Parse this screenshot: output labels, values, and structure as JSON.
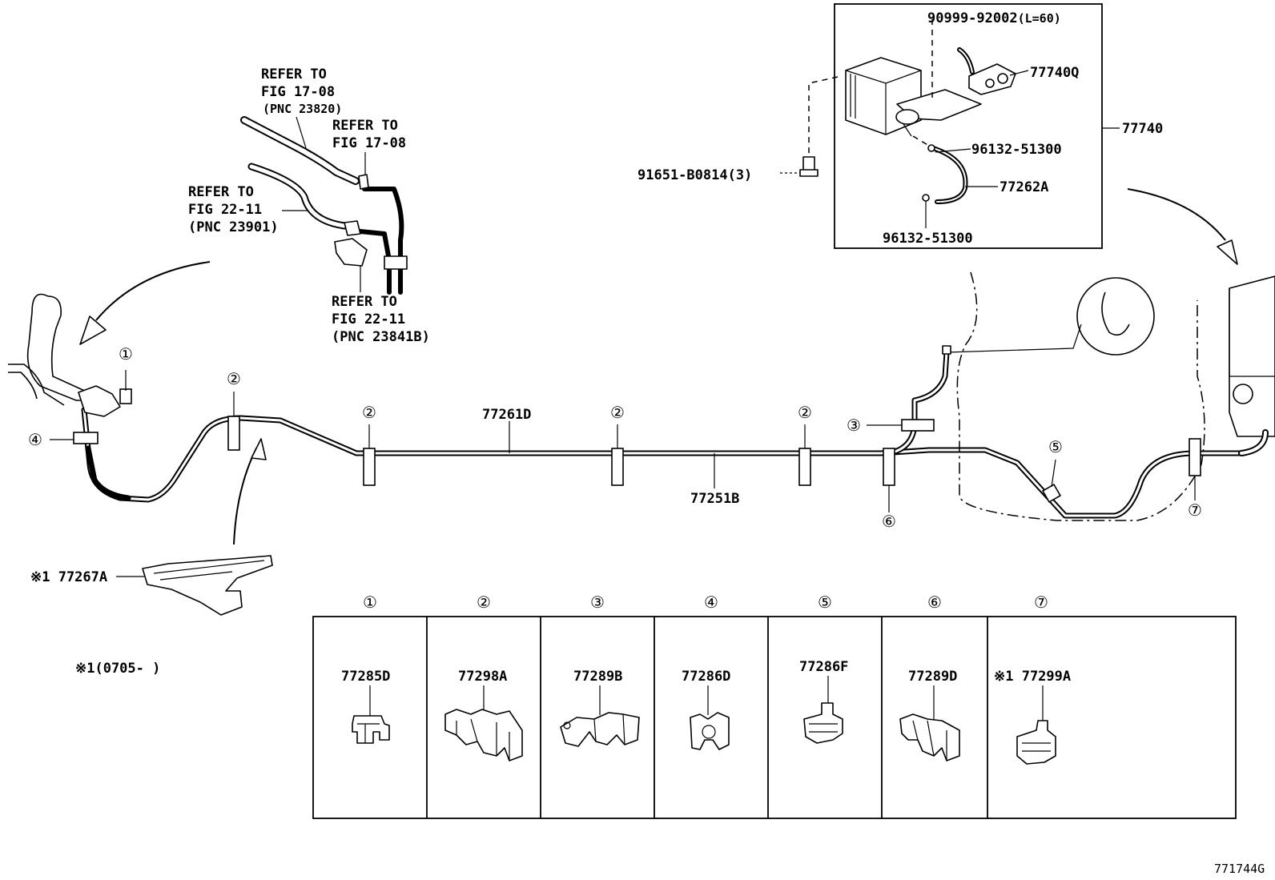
{
  "refs": {
    "ref1": [
      "REFER TO",
      "FIG 17-08",
      "(PNC 23820)"
    ],
    "ref2": [
      "REFER TO",
      "FIG 17-08"
    ],
    "ref3": [
      "REFER TO",
      "FIG 22-11",
      "(PNC 23901)"
    ],
    "ref4": [
      "REFER TO",
      "FIG 22-11",
      "(PNC 23841B)"
    ]
  },
  "inset": {
    "hose_part": "90999-92002",
    "hose_length": "(L=60)",
    "valve": "77740Q",
    "assembly": "77740",
    "clip_top": "96132-51300",
    "hose": "77262A",
    "clip_bottom": "96132-51300",
    "bolt": "91651-B0814(3)"
  },
  "main": {
    "pipe_upper": "77261D",
    "pipe_lower": "77251B",
    "protector": "※1 77267A",
    "footnote": "※1(0705-      )"
  },
  "callouts": [
    "①",
    "②",
    "③",
    "④",
    "⑤",
    "⑥",
    "⑦"
  ],
  "clamps": [
    {
      "num": "①",
      "part": "77285D"
    },
    {
      "num": "②",
      "part": "77298A"
    },
    {
      "num": "③",
      "part": "77289B"
    },
    {
      "num": "④",
      "part": "77286D"
    },
    {
      "num": "⑤",
      "part": "77286F"
    },
    {
      "num": "⑥",
      "part": "77289D"
    },
    {
      "num": "⑦",
      "part": "※1 77299A"
    }
  ],
  "figure_code": "771744G"
}
